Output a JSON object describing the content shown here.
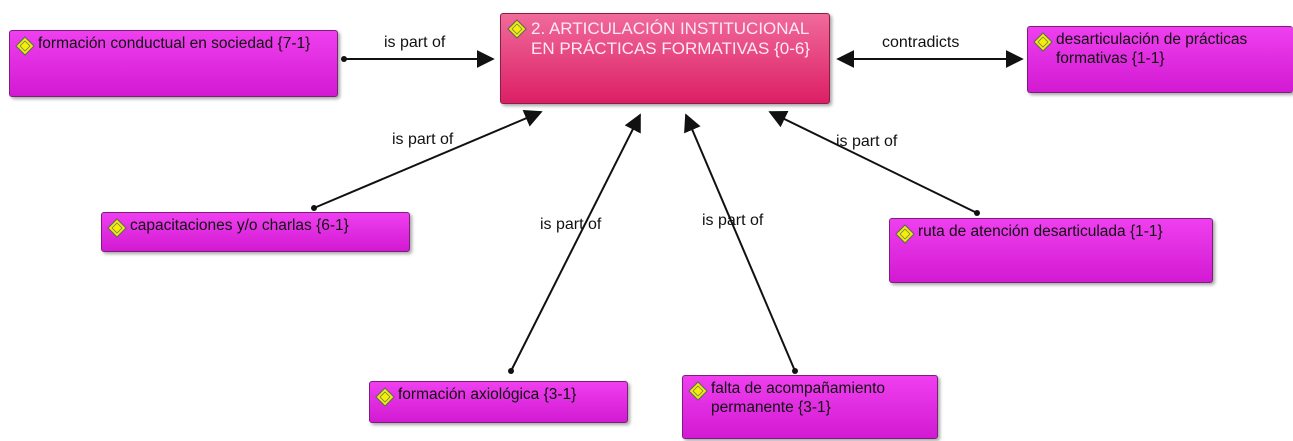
{
  "diagram": {
    "nodes": {
      "central": "2. ARTICULACIÓN INSTITUCIONAL EN PRÁCTICAS FORMATIVAS {0-6}",
      "formacion_conductual": "formación conductual en sociedad {7-1}",
      "desarticulacion": "desarticulación de prácticas formativas {1-1}",
      "capacitaciones": "capacitaciones y/o charlas {6-1}",
      "ruta_atencion": "ruta de atención desarticulada {1-1}",
      "formacion_axiologica": "formación axiológica {3-1}",
      "falta_acompanamiento": "falta de acompañamiento permanente {3-1}"
    },
    "relations": {
      "formacion_conductual": "is part of",
      "desarticulacion": "contradicts",
      "capacitaciones": "is part of",
      "ruta_atencion": "is part of",
      "formacion_axiologica": "is part of",
      "falta_acompanamiento": "is part of"
    },
    "colors": {
      "node_fill": "#e02ee0",
      "central_fill": "#e83a7a",
      "icon_fill": "#f2f200",
      "edge": "#111111"
    },
    "icon": "code-diamond-icon"
  }
}
